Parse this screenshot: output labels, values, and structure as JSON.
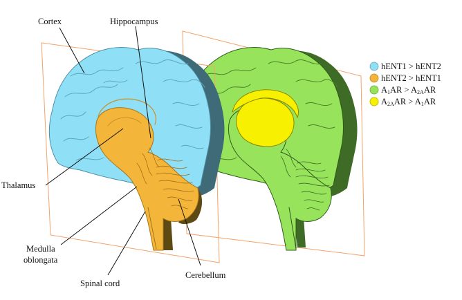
{
  "labels": {
    "cortex": "Cortex",
    "hippocampus": "Hippocampus",
    "thalamus": "Thalamus",
    "medulla_line1": "Medulla",
    "medulla_line2": "oblongata",
    "spinal_cord": "Spinal cord",
    "cerebellum": "Cerebellum"
  },
  "legend": {
    "items": [
      {
        "text": "hENT1 > hENT2",
        "color": "#8fe0f6"
      },
      {
        "text": "hENT2 > hENT1",
        "color": "#f4b63a"
      },
      {
        "main_a": "A",
        "sub_a": "1",
        "main_b": "AR > A",
        "sub_b": "2A",
        "main_c": "AR",
        "color": "#97e45c"
      },
      {
        "main_a": "A",
        "sub_a": "2A",
        "main_b": "AR > A",
        "sub_b": "1",
        "main_c": "AR",
        "color": "#f7f000"
      }
    ]
  },
  "colors": {
    "cortex_ent": "#8fe0f6",
    "cortex_ent_shadow": "#3f6b78",
    "subcortical_ent": "#f4b63a",
    "subcortical_ent_shadow": "#5c4a12",
    "a1_dominant": "#97e45c",
    "a1_shadow": "#3e6b25",
    "a2a_dominant": "#f7f000",
    "plane_edge": "#f2a26a",
    "fold_line": "#6fa9b8"
  }
}
